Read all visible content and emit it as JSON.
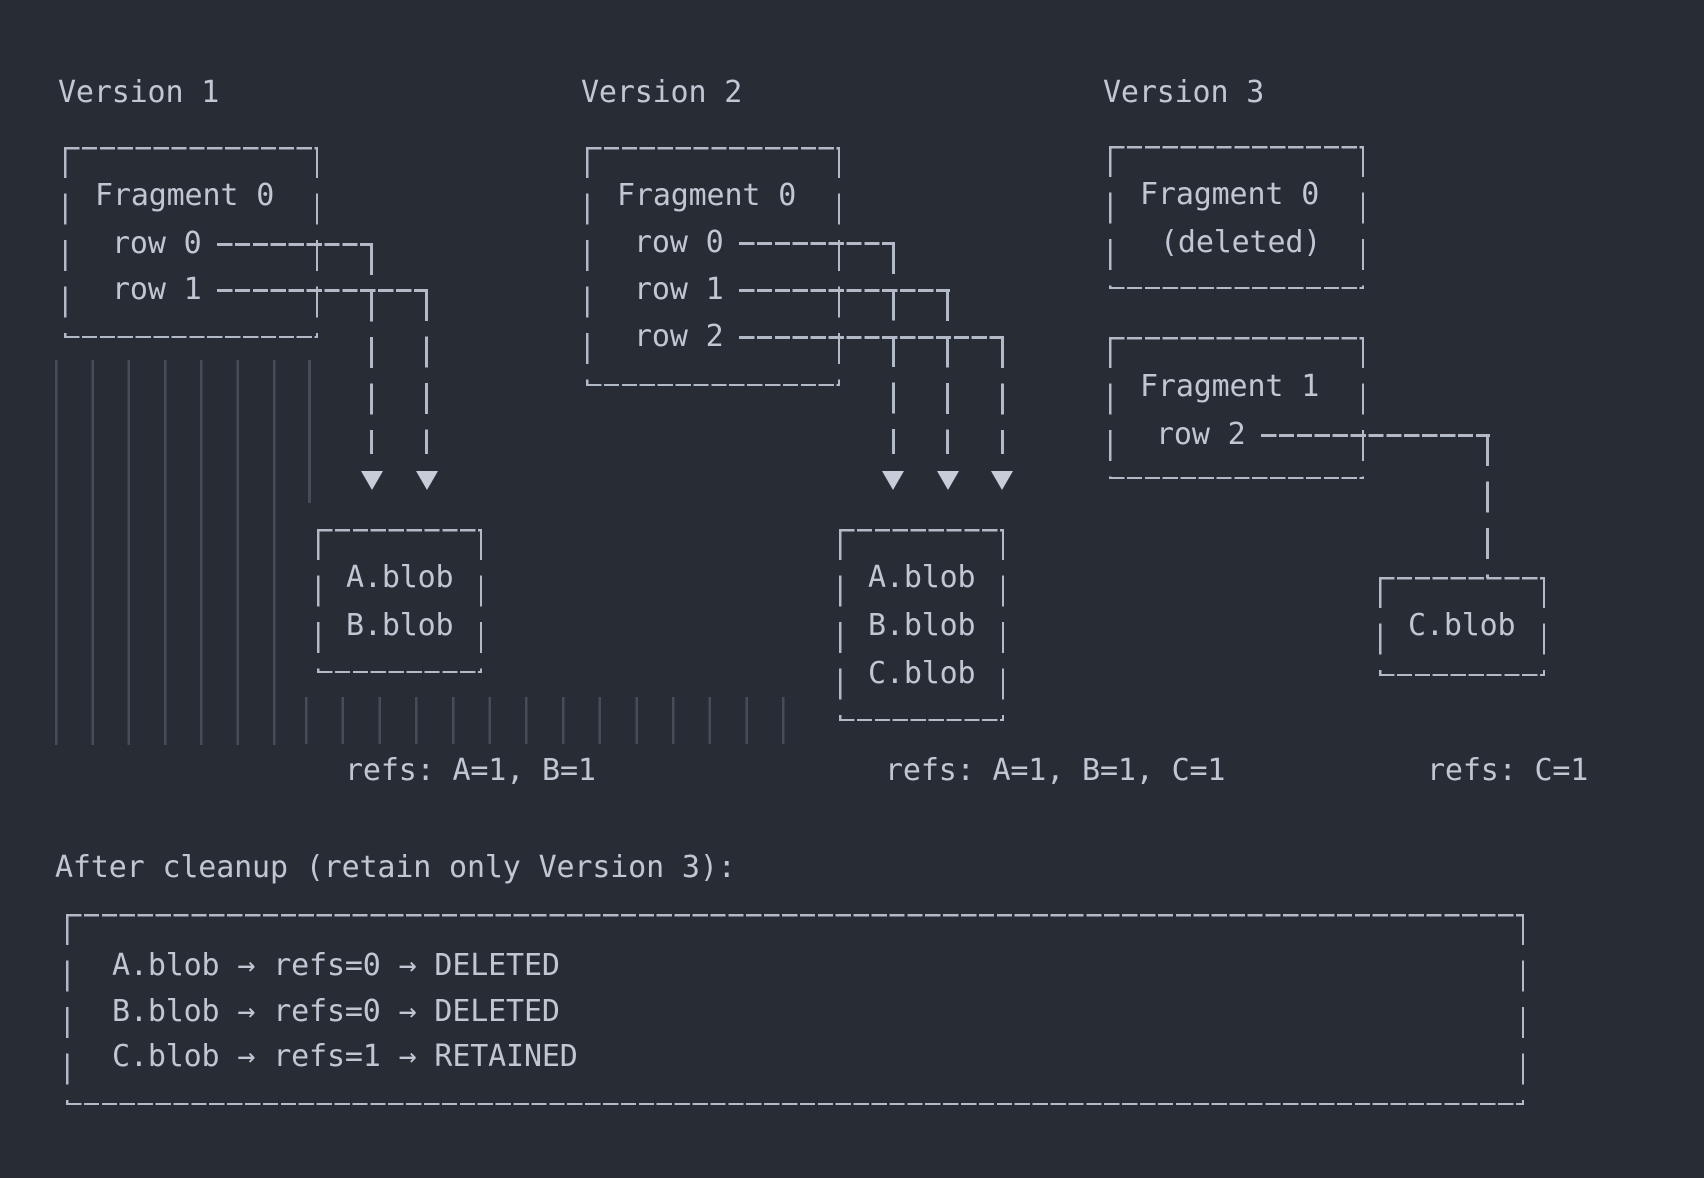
{
  "colors": {
    "background": "#272c35",
    "stroke": "#b3bac7",
    "text": "#c0c7d3",
    "faint_lines": "#474d57"
  },
  "versions": [
    {
      "title": "Version 1",
      "fragments": [
        {
          "name": "Fragment 0",
          "rows": [
            "row 0",
            "row 1"
          ]
        }
      ],
      "blobs": [
        "A.blob",
        "B.blob"
      ],
      "refs": "refs: A=1, B=1"
    },
    {
      "title": "Version 2",
      "fragments": [
        {
          "name": "Fragment 0",
          "rows": [
            "row 0",
            "row 1",
            "row 2"
          ]
        }
      ],
      "blobs": [
        "A.blob",
        "B.blob",
        "C.blob"
      ],
      "refs": "refs: A=1, B=1, C=1"
    },
    {
      "title": "Version 3",
      "fragments": [
        {
          "name": "Fragment 0",
          "note": "(deleted)",
          "rows": []
        },
        {
          "name": "Fragment 1",
          "rows": [
            "row 2"
          ]
        }
      ],
      "blobs": [
        "C.blob"
      ],
      "refs": "refs: C=1"
    }
  ],
  "cleanup": {
    "heading": "After cleanup (retain only Version 3):",
    "lines": [
      "A.blob → refs=0 → DELETED",
      "B.blob → refs=0 → DELETED",
      "C.blob → refs=1 → RETAINED"
    ]
  }
}
